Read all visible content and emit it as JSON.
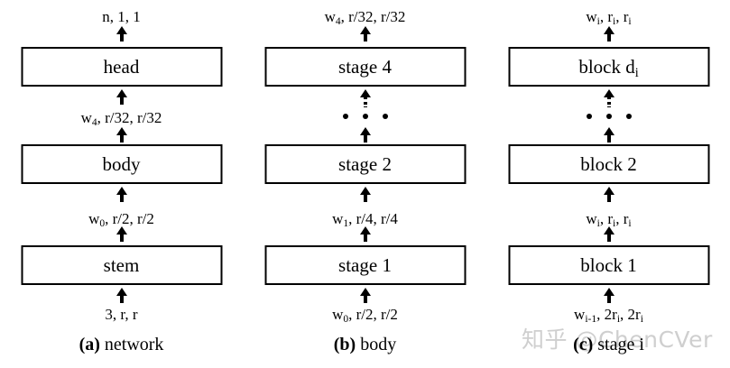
{
  "figure": {
    "columns": [
      {
        "id": "network",
        "caption_tag": "(a)",
        "caption_text": " network",
        "output_label": "n, 1, 1",
        "boxes": [
          {
            "label": "head"
          },
          {
            "label": "body"
          },
          {
            "label": "stem"
          }
        ],
        "edge_labels": {
          "top": "n, 1, 1",
          "upper_mid": "w4, r/32, r/32",
          "lower_mid": "w0, r/2, r/2",
          "input": "3, r, r"
        },
        "has_ellipsis": false
      },
      {
        "id": "body",
        "caption_tag": "(b)",
        "caption_text": " body",
        "output_label": "w4, r/32, r/32",
        "boxes": [
          {
            "label": "stage 4"
          },
          {
            "label": "stage 2"
          },
          {
            "label": "stage 1"
          }
        ],
        "edge_labels": {
          "top": "w4, r/32, r/32",
          "upper_mid": "",
          "lower_mid": "w1, r/4, r/4",
          "input": "w0, r/2, r/2"
        },
        "has_ellipsis": true
      },
      {
        "id": "stage-i",
        "caption_tag": "(c)",
        "caption_text": " stage i",
        "output_label": "wi, ri, ri",
        "boxes": [
          {
            "label": "block di"
          },
          {
            "label": "block 2"
          },
          {
            "label": "block 1"
          }
        ],
        "edge_labels": {
          "top": "wi, ri, ri",
          "upper_mid": "",
          "lower_mid": "wi, ri, ri",
          "input": "wi-1, 2ri, 2ri"
        },
        "has_ellipsis": true
      }
    ],
    "watermark": "知乎 @ChenCVer",
    "colors": {
      "stroke": "#000000",
      "background": "#ffffff",
      "watermark": "#cfcfcf"
    }
  }
}
